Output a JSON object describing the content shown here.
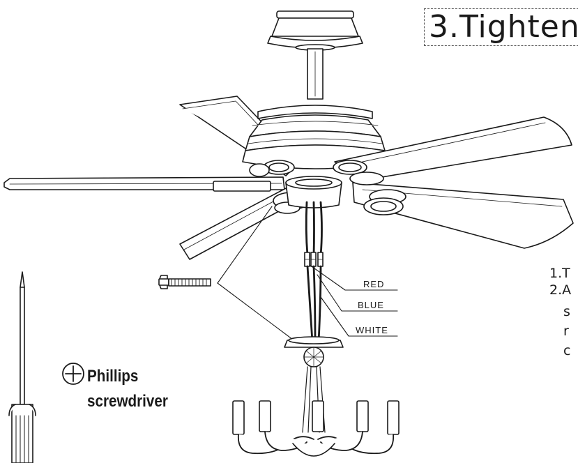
{
  "title": "3.Tighten",
  "steps": [
    "1.T",
    "2.A",
    "s",
    "r",
    "c"
  ],
  "wires": {
    "red": "RED",
    "blue": "BLUE",
    "white": "WHITE"
  },
  "tool": {
    "line1": "Phillips",
    "line2": "screwdriver",
    "icon": "phillips-head-icon"
  }
}
